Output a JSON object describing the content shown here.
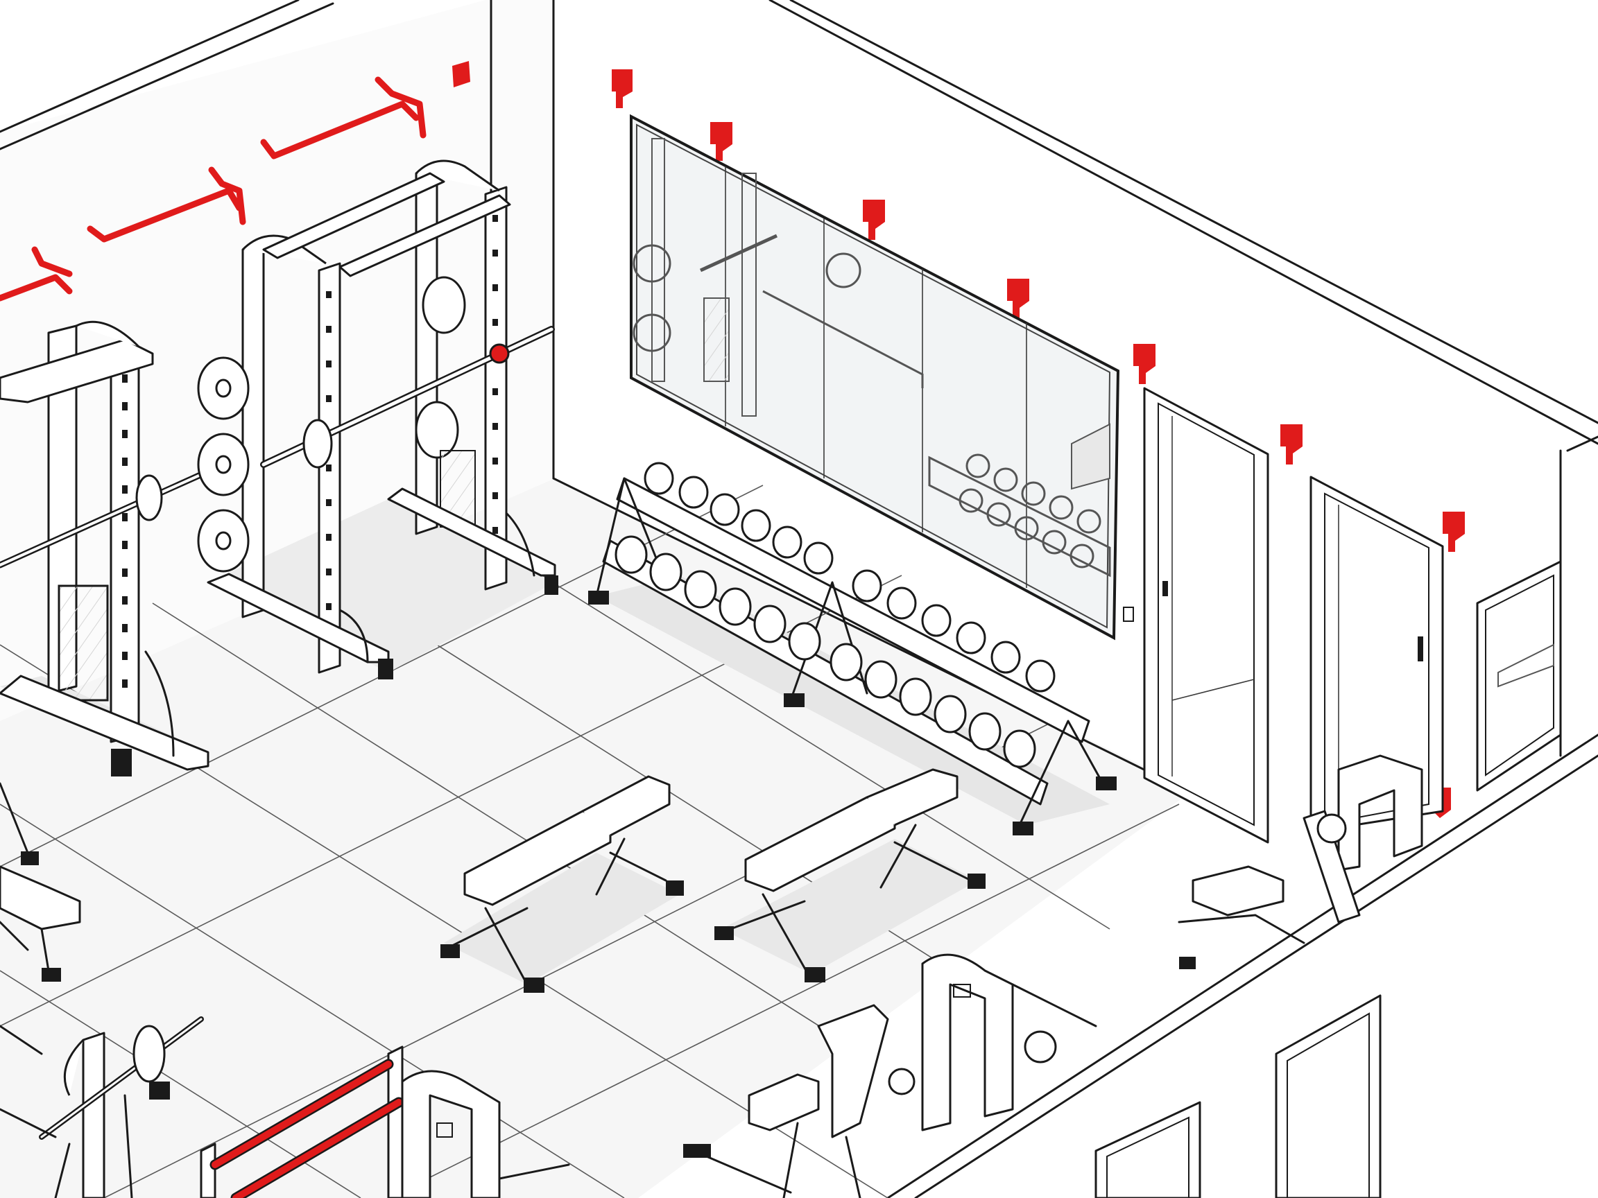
{
  "colors": {
    "accent": "#e01b1b",
    "line": "#1a1a1a",
    "background": "#ffffff",
    "floor": "#f4f4f4",
    "shadow": "#e3e3e3"
  },
  "equipment": [
    {
      "name": "smith-machine"
    },
    {
      "name": "power-rack"
    },
    {
      "name": "wall-mirror"
    },
    {
      "name": "dumbbell-rack"
    },
    {
      "name": "adjustable-bench"
    },
    {
      "name": "adjustable-bench"
    },
    {
      "name": "flat-bench"
    },
    {
      "name": "cable-station"
    },
    {
      "name": "seated-machine"
    },
    {
      "name": "barbell-rack"
    },
    {
      "name": "red-pull-up-bars"
    }
  ],
  "details": {
    "wall_hooks": 4,
    "wall_mounted_red_markers": 9,
    "doors": 3,
    "dumbbell_rows": 2
  }
}
